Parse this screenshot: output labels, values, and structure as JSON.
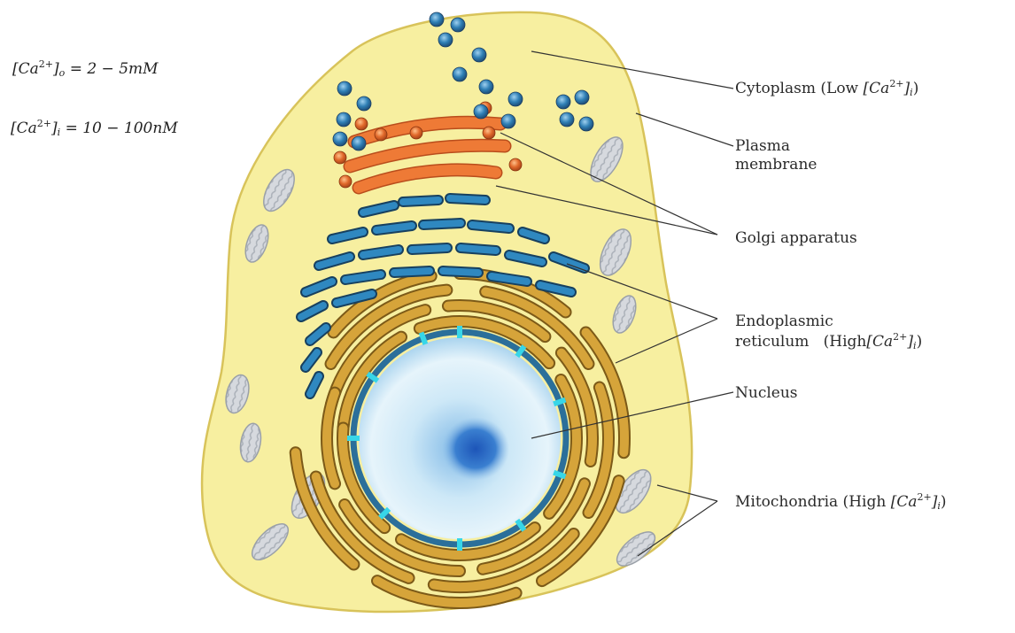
{
  "equations": {
    "outside": {
      "species": "Ca",
      "charge": "2+",
      "sub": "o",
      "value": "= 2 − 5mM"
    },
    "inside": {
      "species": "Ca",
      "charge": "2+",
      "sub": "i",
      "value": "= 10 − 100nM"
    }
  },
  "labels": {
    "cytoplasm": {
      "name": "Cytoplasm",
      "qual": "Low"
    },
    "plasma_membrane": {
      "line1": "Plasma",
      "line2": "membrane"
    },
    "golgi": {
      "name": "Golgi apparatus"
    },
    "er": {
      "line1": "Endoplasmic",
      "line2": "reticulum",
      "qual": "High"
    },
    "nucleus": {
      "name": "Nucleus"
    },
    "mitochondria": {
      "name": "Mitochondria",
      "qual": "High"
    }
  },
  "ion": {
    "species": "Ca",
    "charge": "2+",
    "sub": "i"
  },
  "colors": {
    "cell_fill": "#f7efa0",
    "cell_edge": "#d8c35a",
    "vesicle_blue": "#2f7fb5",
    "golgi_orange": "#e0682a",
    "er_blue": "#2d7fb3",
    "er_gold": "#c9962a",
    "nucleus": "#bfe3f5",
    "nucleolus": "#2a6fc4",
    "mito": "#cfd3d8",
    "pore": "#37d6e8"
  }
}
